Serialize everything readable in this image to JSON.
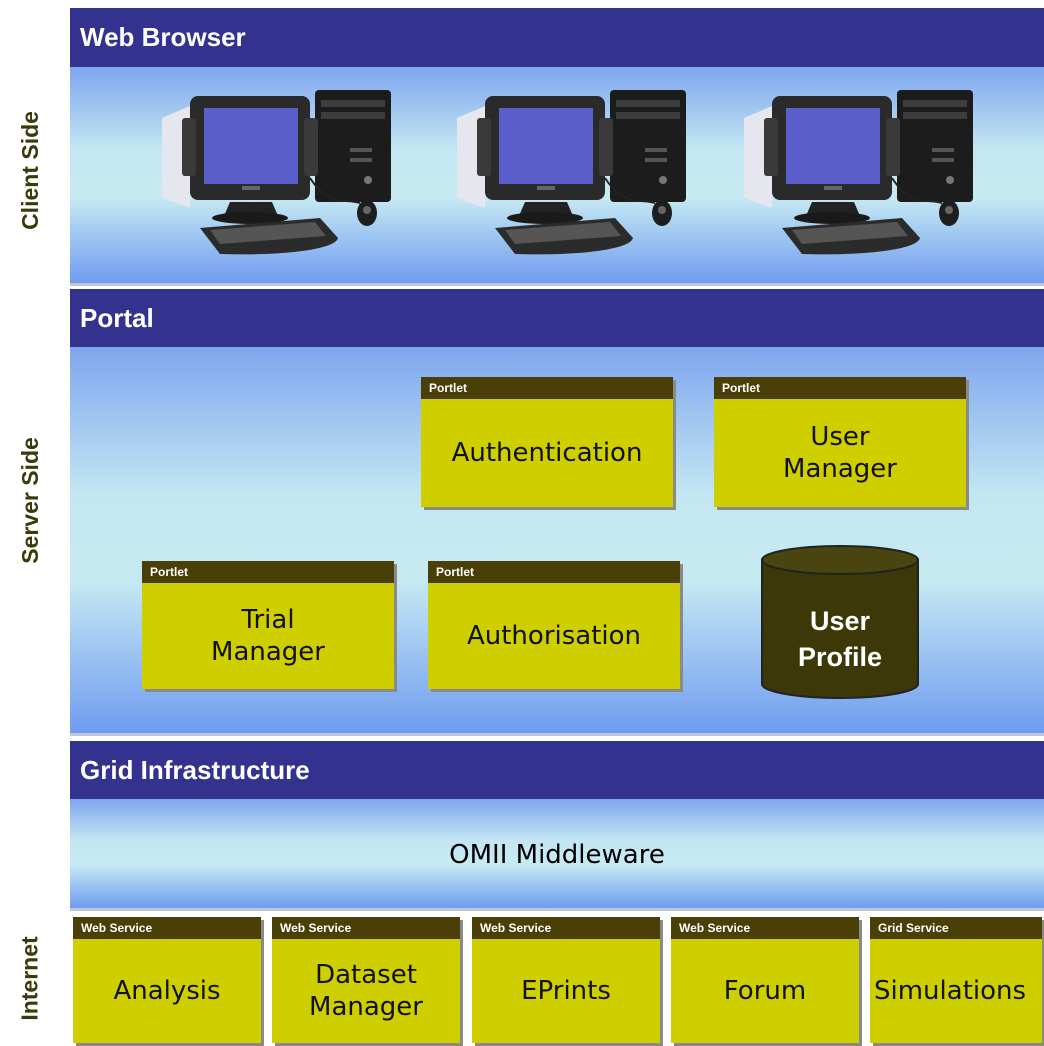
{
  "side_labels": {
    "client": "Client Side",
    "server": "Server Side",
    "internet": "Internet"
  },
  "bands": {
    "browser": "Web Browser",
    "portal": "Portal",
    "grid": "Grid Infrastructure"
  },
  "portlets": [
    {
      "tag": "Portlet",
      "lines": [
        "Authentication"
      ]
    },
    {
      "tag": "Portlet",
      "lines": [
        "User",
        "Manager"
      ]
    },
    {
      "tag": "Portlet",
      "lines": [
        "Trial",
        "Manager"
      ]
    },
    {
      "tag": "Portlet",
      "lines": [
        "Authorisation"
      ]
    }
  ],
  "database": {
    "lines": [
      "User",
      "Profile"
    ]
  },
  "middleware": "OMII Middleware",
  "services": [
    {
      "tag": "Web Service",
      "lines": [
        "Analysis"
      ]
    },
    {
      "tag": "Web Service",
      "lines": [
        "Dataset",
        "Manager"
      ]
    },
    {
      "tag": "Web Service",
      "lines": [
        "EPrints"
      ]
    },
    {
      "tag": "Web Service",
      "lines": [
        "Forum"
      ]
    },
    {
      "tag": "Grid Service",
      "lines": [
        "Simulations"
      ]
    }
  ],
  "colors": {
    "header": "#33338f",
    "box": "#cfcf00",
    "box_header": "#4a3f06",
    "database": "#3d3808"
  },
  "icons": [
    "desktop-computer-icon",
    "database-cylinder-icon"
  ]
}
